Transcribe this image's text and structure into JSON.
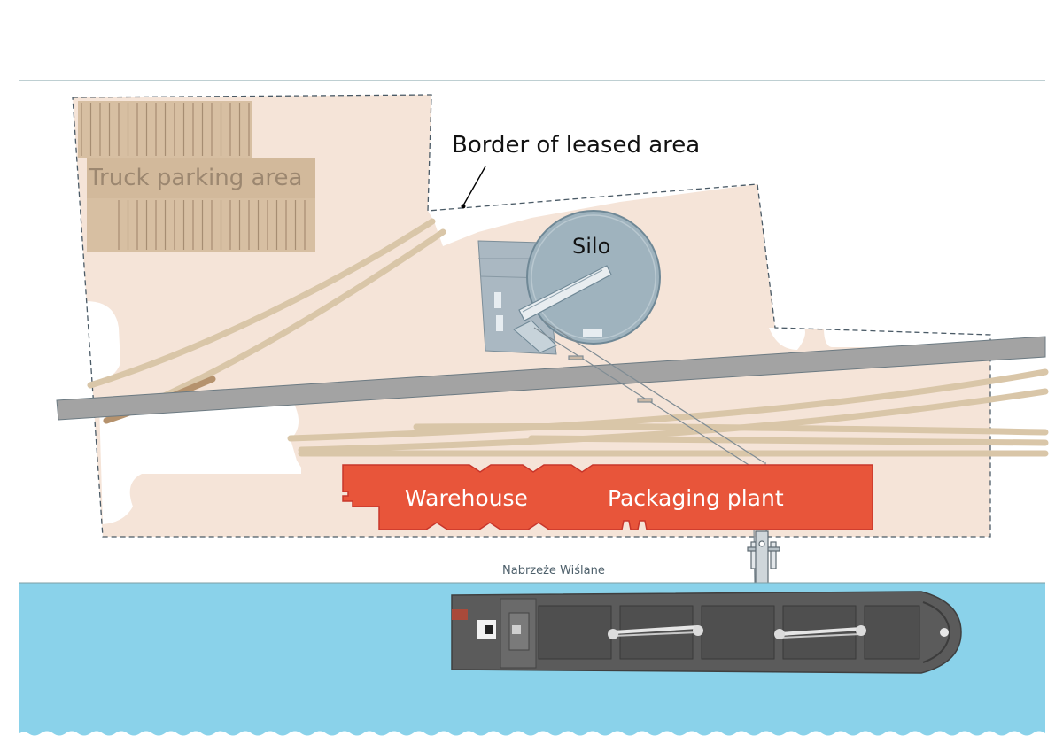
{
  "labels": {
    "truck_parking": "Truck parking area",
    "leased_border": "Border of leased area",
    "silo": "Silo",
    "warehouse": "Warehouse",
    "packaging_plant": "Packaging plant",
    "quay": "Nabrzeże Wiślane"
  },
  "colors": {
    "land": "#f5e4d8",
    "parking": "#d7bfa2",
    "rail": "#d9c6a8",
    "road": "#a3a3a3",
    "silo": "#9fb3be",
    "building": "#e8553a",
    "water": "#8ad2ea",
    "ship": "#5b5b5b"
  }
}
